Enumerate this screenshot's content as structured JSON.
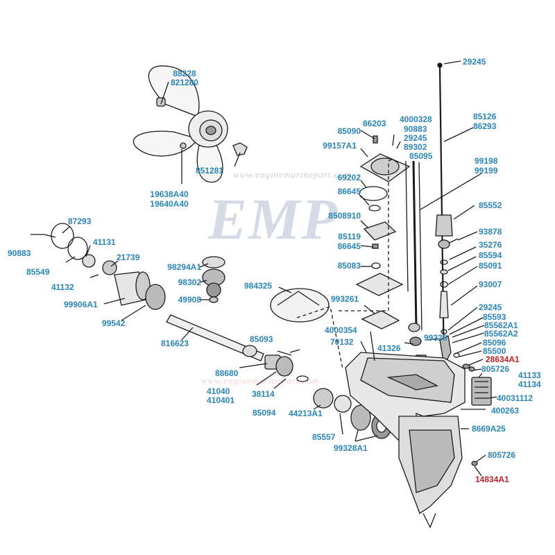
{
  "colors": {
    "label": "#2a86b8",
    "highlight": "#c0202a",
    "line": "#1a1a1a",
    "watermark": "#4c5590"
  },
  "watermark": {
    "logo": "EMP",
    "url": "www.enginemarinepart.com"
  },
  "labels": {
    "p29245_top": "29245",
    "p88228": "88228",
    "p821280": "821280",
    "p86203": "86203",
    "p4000328": "4000328",
    "p90883_top": "90883",
    "p85090": "85090",
    "p29245_mid": "29245",
    "p89302": "89302",
    "p85126": "85126",
    "p86293": "86293",
    "p99157A1": "99157A1",
    "p85095": "85095",
    "p851281": "851281",
    "p99198": "99198",
    "p99199": "99199",
    "p69202": "69202",
    "p19638A40": "19638A40",
    "p19640A40": "19640A40",
    "p86645_a": "86645",
    "p85552": "85552",
    "p8508910": "8508910",
    "p87293": "87293",
    "p93878": "93878",
    "p85119": "85119",
    "p35276": "35276",
    "p86645_b": "86645",
    "p90883_left": "90883",
    "p41131": "41131",
    "p85594": "85594",
    "p21739": "21739",
    "p98294A1": "98294A1",
    "p85549": "85549",
    "p85083": "85083",
    "p85091": "85091",
    "p98302": "98302",
    "p41132": "41132",
    "p984325": "984325",
    "p93007": "93007",
    "p99906A1": "99906A1",
    "p49908": "49908",
    "p993261": "993261",
    "p29245_low": "29245",
    "p99542": "99542",
    "p85593": "85593",
    "p85562A1": "85562A1",
    "p4000354": "4000354",
    "p85562A2": "85562A2",
    "p99325": "99325",
    "p816623": "816623",
    "p70132": "70132",
    "p85096": "85096",
    "p85093": "85093",
    "p41326": "41326",
    "p85500": "85500",
    "p28634A1": "28634A1",
    "p805726_a": "805726",
    "p88680": "88680",
    "p41133": "41133",
    "p41134": "41134",
    "p41040": "41040",
    "p410401": "410401",
    "p38114": "38114",
    "p40031112": "40031112",
    "p85094": "85094",
    "p44213A1": "44213A1",
    "p400263": "400263",
    "p8669A25": "8669A25",
    "p85557": "85557",
    "p99328A1": "99328A1",
    "p805726_b": "805726",
    "p14834A1": "14834A1"
  }
}
